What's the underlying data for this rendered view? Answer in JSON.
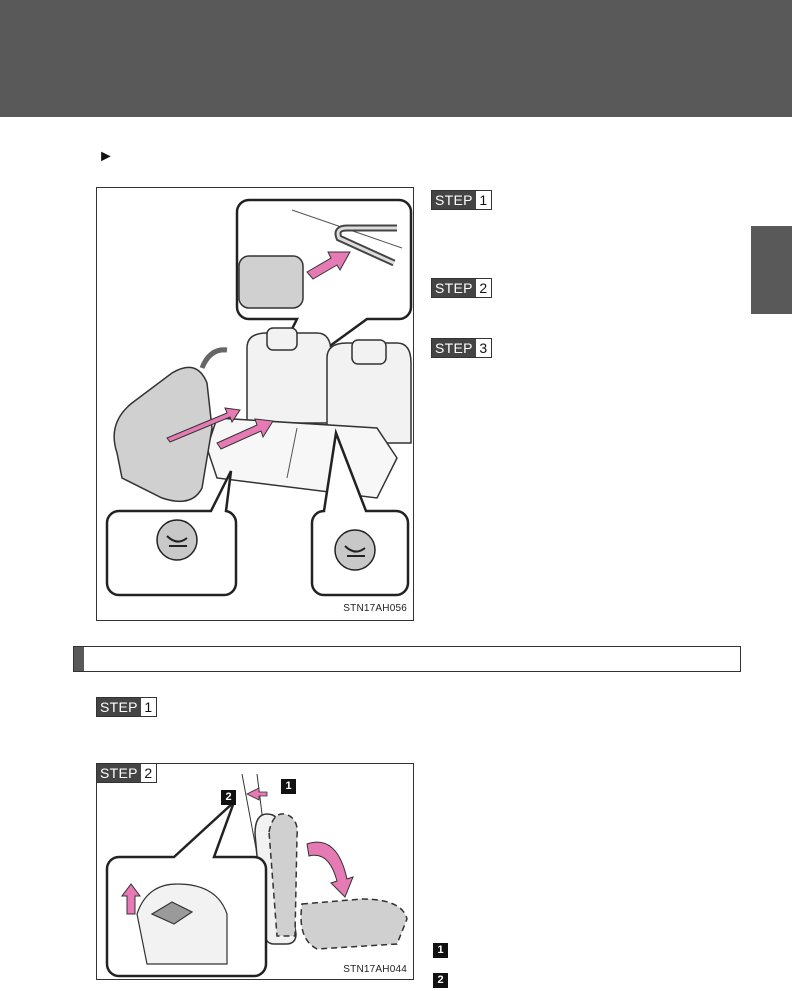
{
  "page": {
    "bullet_symbol": "►"
  },
  "figure_top": {
    "caption": "STN17AH056",
    "steps": [
      {
        "word": "STEP",
        "num": "1"
      },
      {
        "word": "STEP",
        "num": "2"
      },
      {
        "word": "STEP",
        "num": "3"
      }
    ]
  },
  "section": {
    "steps": [
      {
        "word": "STEP",
        "num": "1"
      }
    ]
  },
  "figure_bottom": {
    "caption": "STN17AH044",
    "step": {
      "word": "STEP",
      "num": "2"
    },
    "callouts": [
      "1",
      "2"
    ]
  },
  "legend": {
    "items": [
      "1",
      "2"
    ]
  },
  "colors": {
    "header": "#595959",
    "arrow_pink": "#e67ab4",
    "seat_gray": "#d0d0d0"
  }
}
